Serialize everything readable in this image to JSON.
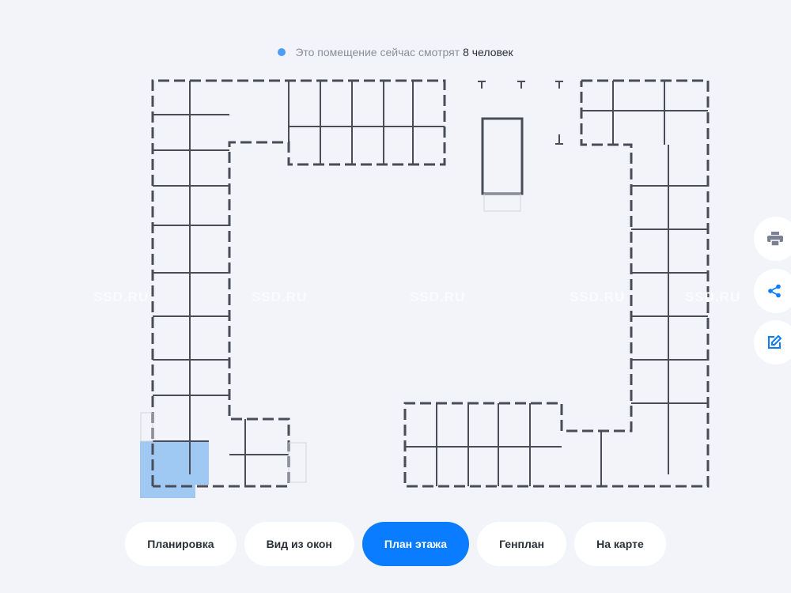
{
  "viewers": {
    "prefix": "Это помещение сейчас смотрят",
    "count": "8 человек"
  },
  "watermark": "SSD.RU",
  "side_actions": [
    {
      "icon": "print-icon",
      "color": "#7b8192"
    },
    {
      "icon": "share-icon",
      "color": "#0a7cff"
    },
    {
      "icon": "edit-icon",
      "color": "#0a7cff"
    }
  ],
  "tabs": [
    {
      "label": "Планировка",
      "active": false
    },
    {
      "label": "Вид из окон",
      "active": false
    },
    {
      "label": "План этажа",
      "active": true
    },
    {
      "label": "Генплан",
      "active": false
    },
    {
      "label": "На карте",
      "active": false
    }
  ],
  "colors": {
    "accent": "#0a7cff",
    "highlight": "#8fbff2",
    "wall": "#4a4d57"
  }
}
